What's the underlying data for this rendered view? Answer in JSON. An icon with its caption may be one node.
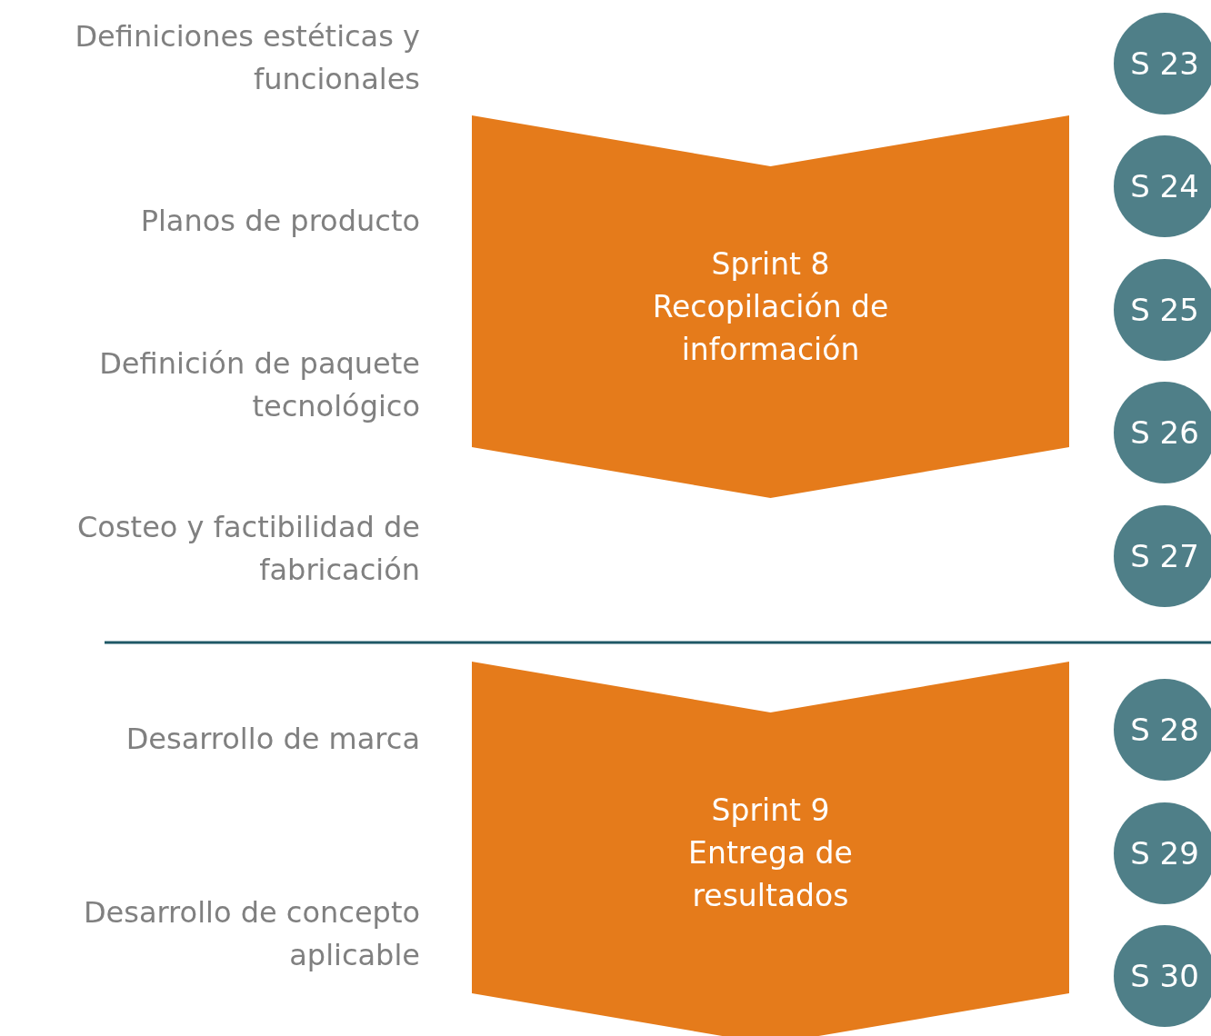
{
  "diagram": {
    "nodes": [
      {
        "text": [
          "Sprint 8",
          "Recopilación de información"
        ]
      },
      {
        "text": [
          "Sprint 9",
          "Entrega de resultados"
        ]
      },
      {
        "text": [
          "S 23"
        ]
      },
      {
        "text": [
          "S 24"
        ]
      },
      {
        "text": [
          "S 25"
        ]
      },
      {
        "text": [
          "S 26"
        ]
      },
      {
        "text": [
          "S 27"
        ]
      },
      {
        "text": [
          "S 28"
        ]
      },
      {
        "text": [
          "S 29"
        ]
      },
      {
        "text": [
          "S 30"
        ]
      }
    ],
    "edges": [],
    "labels": [
      "Definiciones estéticas y funcionales",
      "Planos de producto",
      "Definición de paquete tecnológico",
      "Costeo y factibilidad de fabricación",
      "Desarrollo de marca",
      "Desarrollo de concepto aplicable"
    ]
  }
}
